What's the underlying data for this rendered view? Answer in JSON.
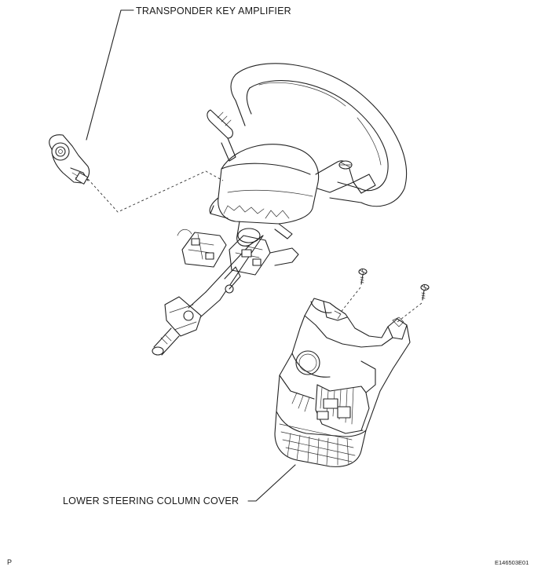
{
  "labels": {
    "transponder_key_amplifier": "TRANSPONDER KEY AMPLIFIER",
    "lower_steering_column_cover": "LOWER STEERING COLUMN COVER"
  },
  "footer": {
    "corner_mark": "P",
    "figure_id": "E146503E01"
  },
  "colors": {
    "line": "#222222",
    "background": "#ffffff"
  }
}
